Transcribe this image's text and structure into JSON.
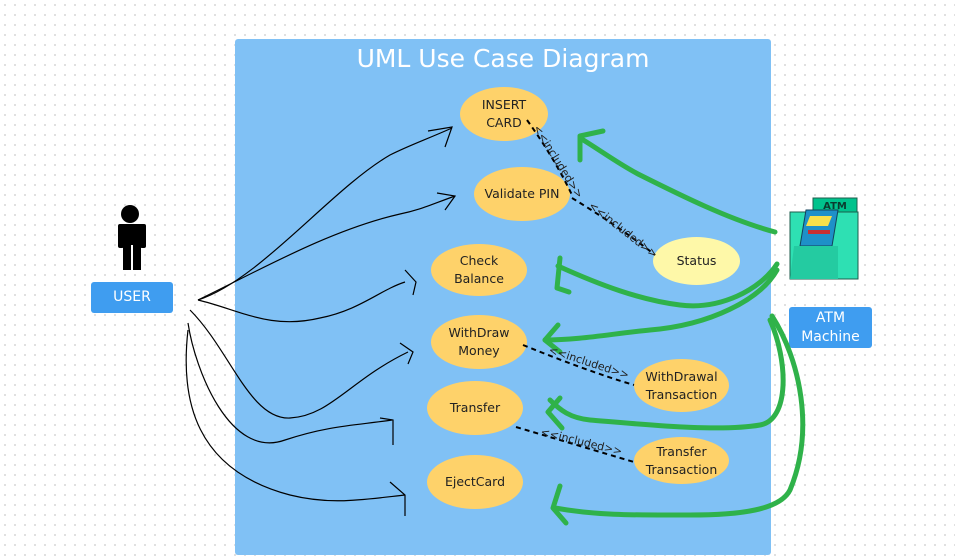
{
  "title": "UML Use Case Diagram",
  "actors": {
    "user": {
      "label": "USER"
    },
    "atm": {
      "label": "ATM\nMachine",
      "icon_text": "ATM"
    }
  },
  "use_cases": {
    "insert_card": "INSERT\nCARD",
    "validate_pin": "Validate PIN",
    "check_balance": "Check\nBalance",
    "withdraw_money": "WithDraw\nMoney",
    "transfer": "Transfer",
    "eject_card": "EjectCard",
    "status": "Status",
    "withdrawal_transaction": "WithDrawal\nTransaction",
    "transfer_transaction": "Transfer\nTransaction"
  },
  "relations": {
    "include_1": "<<included>>",
    "include_2": "<<included>>",
    "include_3": "<<included>>",
    "include_4": "<<included>>"
  },
  "colors": {
    "panel": "#80c1f5",
    "use_case": "#fed26a",
    "status_use_case": "#fef8a8",
    "actor_label": "#3f9df0",
    "user_arrows": "#000000",
    "atm_arrows": "#2fb24a"
  }
}
